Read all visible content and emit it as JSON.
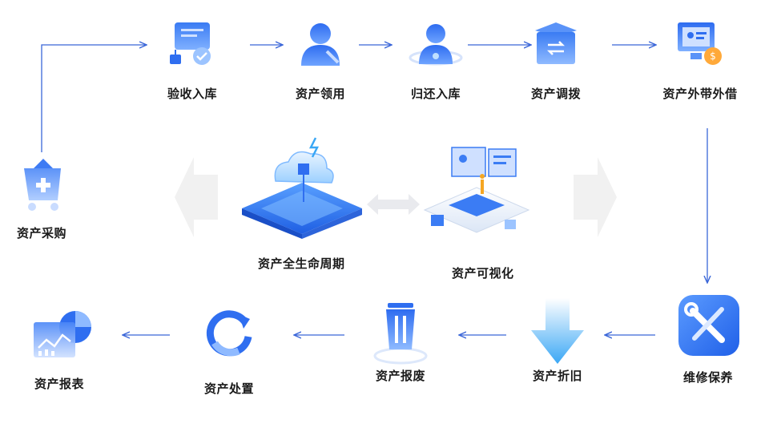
{
  "steps": {
    "procurement": "资产采购",
    "acceptance": "验收入库",
    "requisition": "资产领用",
    "return": "归还入库",
    "transfer": "资产调拨",
    "lending": "资产外带外借",
    "maintenance": "维修保养",
    "depreciation": "资产折旧",
    "scrap": "资产报废",
    "disposal": "资产处置",
    "report": "资产报表"
  },
  "center": {
    "lifecycle": "资产全生命周期",
    "visualization": "资产可视化"
  },
  "colors": {
    "arrow": "#3a66d8",
    "primary": "#2f6ef0",
    "light": "#9cc4ff",
    "ghost": "#f0f0f0"
  }
}
